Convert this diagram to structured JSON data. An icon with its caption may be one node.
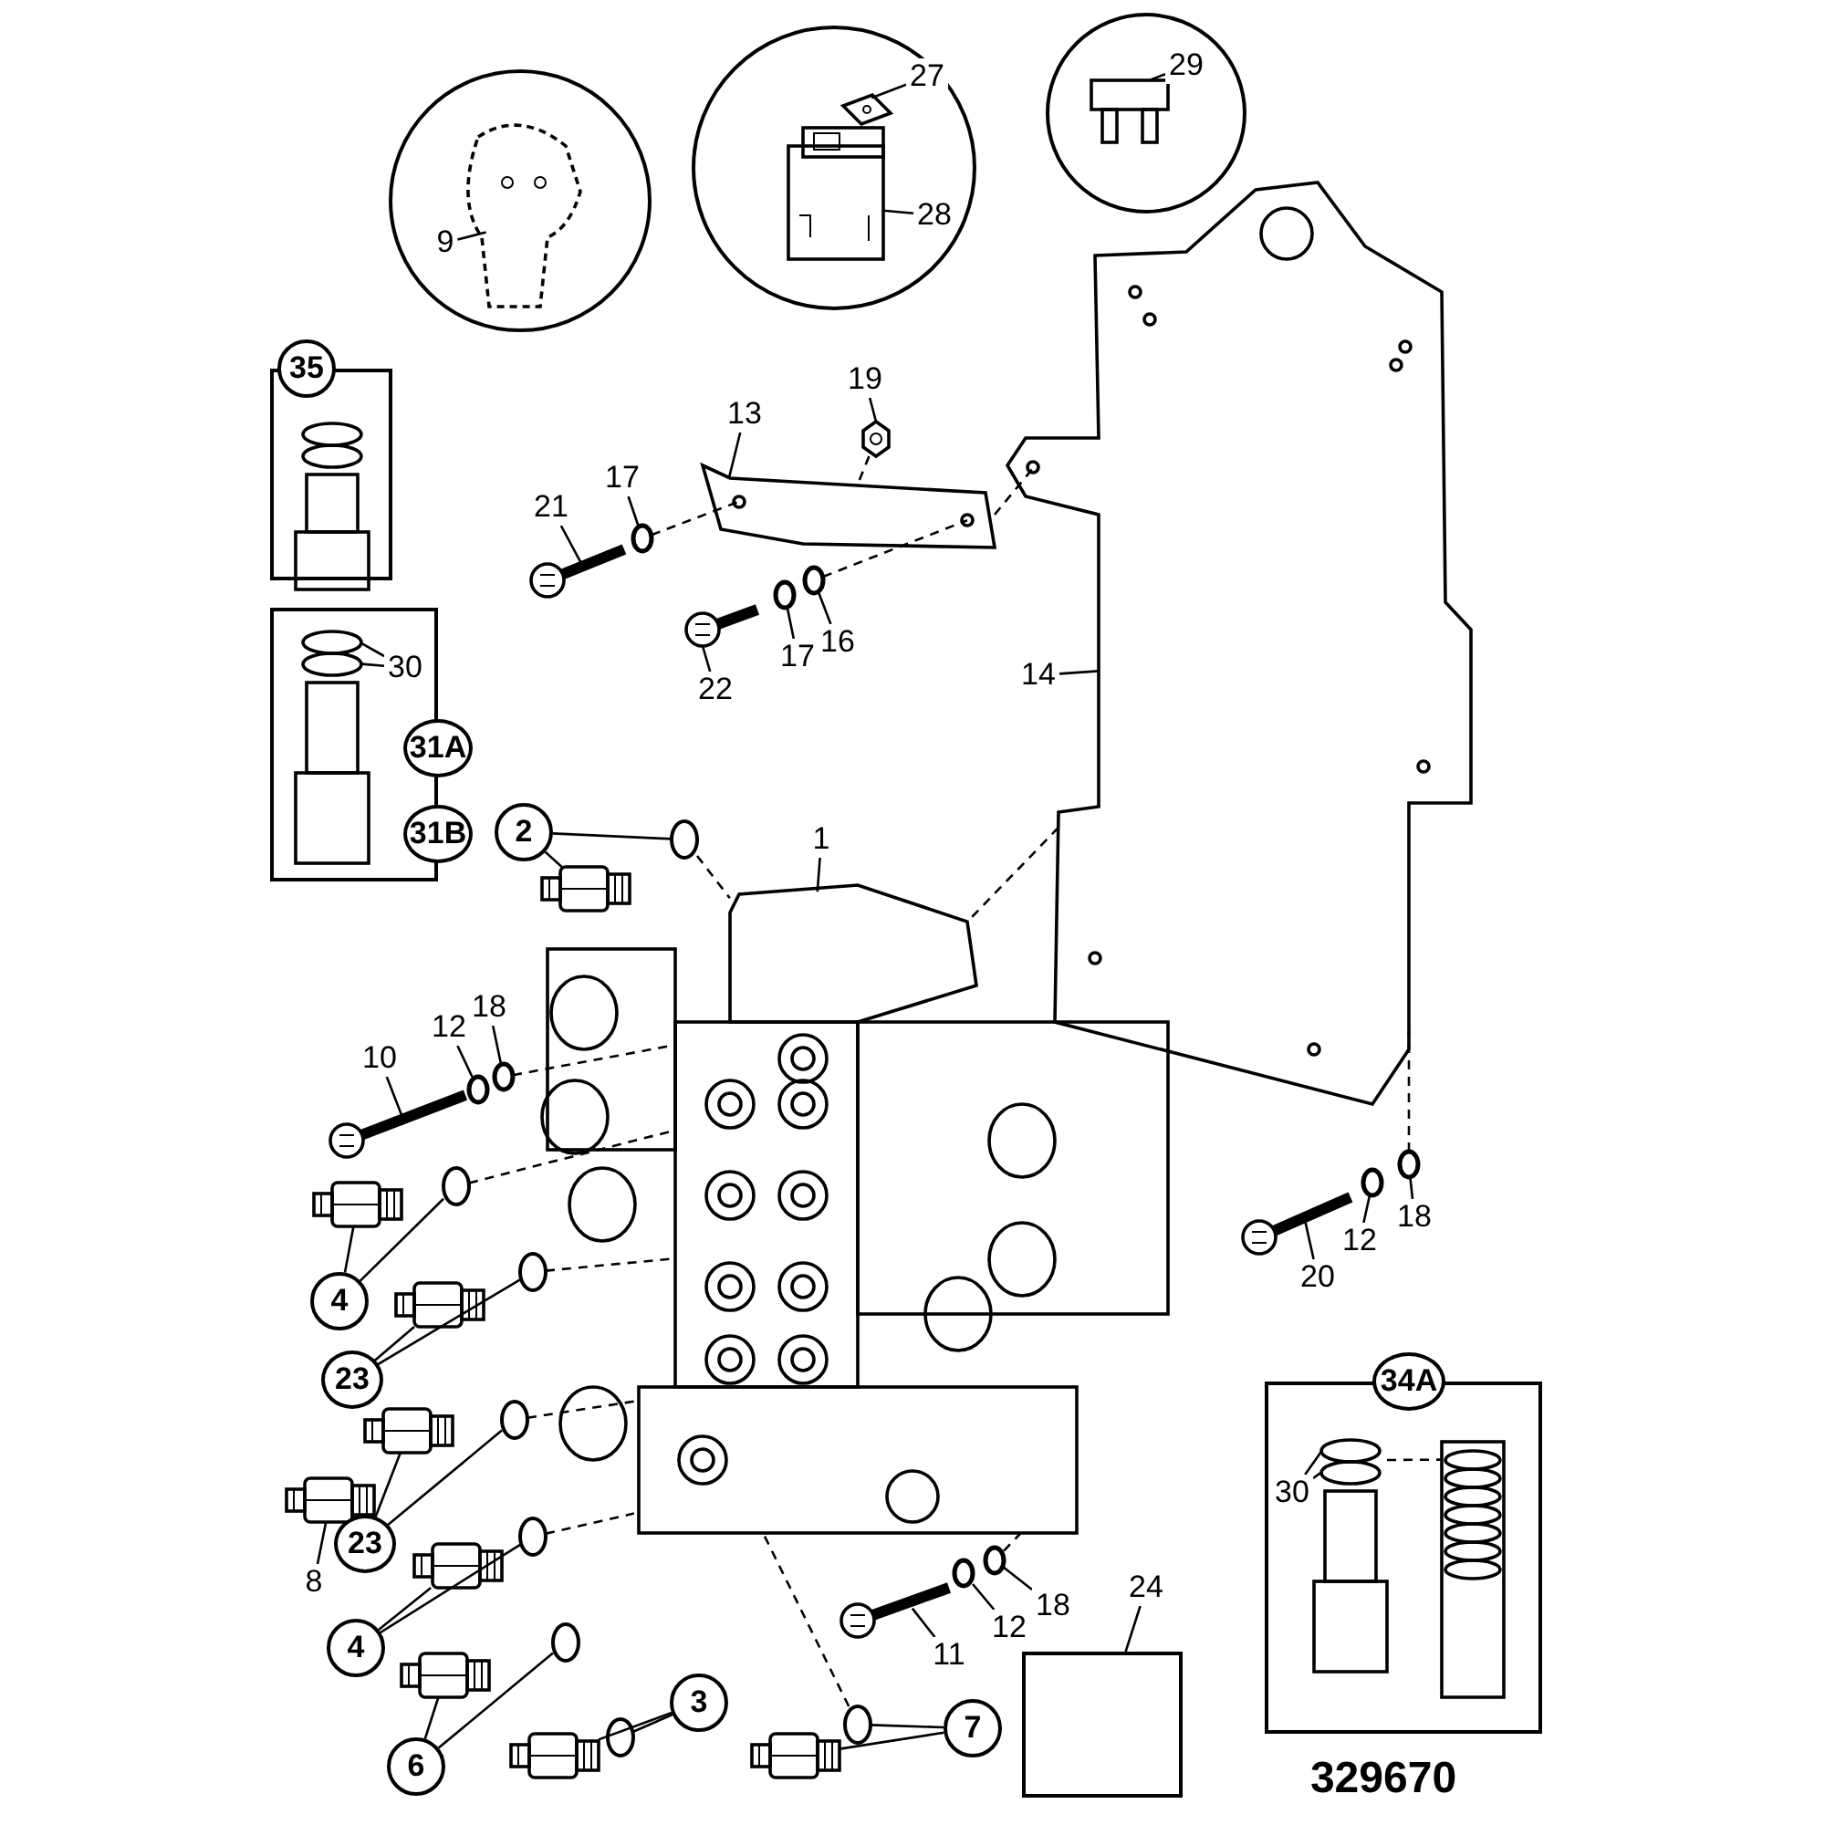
{
  "diagram": {
    "nodes": [
      {
        "text": [],
        "shape": "circle"
      },
      {
        "text": [
          "9"
        ],
        "in": 0
      },
      {
        "text": [],
        "shape": "circle"
      },
      {
        "text": [
          "27"
        ],
        "in": 2
      },
      {
        "text": [
          "28"
        ],
        "in": 2
      },
      {
        "text": [],
        "shape": "circle"
      },
      {
        "text": [
          "29"
        ],
        "in": 5
      },
      {
        "text": [
          "35"
        ]
      },
      {
        "text": [],
        "shape": "box"
      },
      {
        "text": [
          "19"
        ]
      },
      {
        "text": [
          "13"
        ]
      },
      {
        "text": [
          "17"
        ]
      },
      {
        "text": [
          "21"
        ]
      },
      {
        "text": [
          "16"
        ]
      },
      {
        "text": [
          "17"
        ]
      },
      {
        "text": [
          "22"
        ]
      },
      {
        "text": [
          "14"
        ]
      },
      {
        "text": [],
        "shape": "box"
      },
      {
        "text": [
          "30"
        ],
        "in": 17
      },
      {
        "text": [
          "31A"
        ]
      },
      {
        "text": [
          "31B"
        ]
      },
      {
        "text": [
          "2"
        ]
      },
      {
        "text": [
          "1"
        ]
      },
      {
        "text": [
          "18"
        ]
      },
      {
        "text": [
          "12"
        ]
      },
      {
        "text": [
          "10"
        ]
      },
      {
        "text": [
          "4"
        ]
      },
      {
        "text": [
          "12"
        ]
      },
      {
        "text": [
          "18"
        ]
      },
      {
        "text": [
          "20"
        ]
      },
      {
        "text": [
          "23"
        ]
      },
      {
        "text": [
          "34A"
        ]
      },
      {
        "text": [],
        "shape": "box"
      },
      {
        "text": [
          "30"
        ],
        "in": 32
      },
      {
        "text": [
          "23"
        ]
      },
      {
        "text": [
          "8"
        ]
      },
      {
        "text": [
          "24"
        ]
      },
      {
        "text": [],
        "shape": "box"
      },
      {
        "text": [
          "18"
        ]
      },
      {
        "text": [
          "12"
        ]
      },
      {
        "text": [
          "11"
        ]
      },
      {
        "text": [
          "4"
        ]
      },
      {
        "text": [
          "3"
        ]
      },
      {
        "text": [
          "7"
        ]
      },
      {
        "text": [
          "6"
        ]
      },
      {
        "text": [],
        "shape": "picture",
        "in": 0
      },
      {
        "text": [],
        "shape": "picture",
        "in": 2
      },
      {
        "text": [],
        "shape": "picture",
        "in": 2
      },
      {
        "text": [],
        "shape": "picture",
        "in": 5
      },
      {
        "text": [],
        "shape": "picture",
        "in": 8
      },
      {
        "text": [],
        "shape": "picture",
        "in": 17
      },
      {
        "text": [],
        "shape": "picture"
      },
      {
        "text": [],
        "shape": "picture"
      },
      {
        "text": [],
        "shape": "circle"
      },
      {
        "text": [],
        "shape": "picture"
      },
      {
        "text": [],
        "shape": "circle"
      },
      {
        "text": [],
        "shape": "circle"
      },
      {
        "text": [],
        "shape": "picture"
      },
      {
        "text": [],
        "shape": "picture"
      },
      {
        "text": [],
        "shape": "picture"
      },
      {
        "text": [],
        "shape": "circle"
      },
      {
        "text": [],
        "shape": "picture"
      },
      {
        "text": [],
        "shape": "circle"
      },
      {
        "text": [],
        "shape": "circle"
      },
      {
        "text": [],
        "shape": "picture"
      },
      {
        "text": [],
        "shape": "picture"
      },
      {
        "text": [],
        "shape": "circle"
      },
      {
        "text": [],
        "shape": "circle"
      },
      {
        "text": [],
        "shape": "circle"
      },
      {
        "text": [],
        "shape": "picture"
      },
      {
        "text": [],
        "shape": "picture"
      },
      {
        "text": [],
        "shape": "circle"
      },
      {
        "text": [],
        "shape": "picture",
        "in": 32
      },
      {
        "text": [],
        "shape": "picture",
        "in": 32
      },
      {
        "text": [],
        "shape": "picture"
      },
      {
        "text": [],
        "shape": "circle"
      },
      {
        "text": [],
        "shape": "picture"
      },
      {
        "text": [],
        "shape": "circle"
      },
      {
        "text": [],
        "shape": "circle"
      },
      {
        "text": [],
        "shape": "picture"
      },
      {
        "text": [],
        "shape": "picture"
      },
      {
        "text": [],
        "shape": "circle"
      },
      {
        "text": [],
        "shape": "picture"
      },
      {
        "text": [],
        "shape": "circle"
      },
      {
        "text": [],
        "shape": "picture"
      },
      {
        "text": [],
        "shape": "circle"
      },
      {
        "text": [],
        "shape": "picture"
      },
      {
        "text": [],
        "shape": "circle"
      }
    ],
    "edges": [
      {
        "from": 1,
        "to": 45,
        "arrow": "none"
      },
      {
        "from": 3,
        "to": 46,
        "arrow": "none"
      },
      {
        "from": 4,
        "to": 47,
        "arrow": "none"
      },
      {
        "from": 6,
        "to": 48,
        "arrow": "none"
      },
      {
        "from": 9,
        "to": 51,
        "arrow": "none"
      },
      {
        "from": 10,
        "to": 52,
        "arrow": "none"
      },
      {
        "from": 11,
        "to": 53,
        "arrow": "none"
      },
      {
        "from": 12,
        "to": 54,
        "arrow": "none"
      },
      {
        "from": 13,
        "to": 55,
        "arrow": "none"
      },
      {
        "from": 14,
        "to": 56,
        "arrow": "none"
      },
      {
        "from": 15,
        "to": 57,
        "arrow": "none"
      },
      {
        "from": 16,
        "to": 58,
        "arrow": "none"
      },
      {
        "from": 18,
        "to": 50,
        "arrow": "none"
      },
      {
        "from": 18,
        "to": 50,
        "arrow": "none"
      },
      {
        "from": 21,
        "to": 59,
        "arrow": "none"
      },
      {
        "from": 21,
        "to": 60,
        "arrow": "none"
      },
      {
        "from": 22,
        "to": 61,
        "arrow": "none"
      },
      {
        "from": 23,
        "to": 62,
        "arrow": "none"
      },
      {
        "from": 24,
        "to": 63,
        "arrow": "none"
      },
      {
        "from": 25,
        "to": 64,
        "arrow": "none"
      },
      {
        "from": 26,
        "to": 65,
        "arrow": "none"
      },
      {
        "from": 26,
        "to": 66,
        "arrow": "none"
      },
      {
        "from": 27,
        "to": 67,
        "arrow": "none"
      },
      {
        "from": 28,
        "to": 68,
        "arrow": "none"
      },
      {
        "from": 29,
        "to": 69,
        "arrow": "none"
      },
      {
        "from": 30,
        "to": 70,
        "arrow": "none"
      },
      {
        "from": 30,
        "to": 71,
        "arrow": "none"
      },
      {
        "from": 33,
        "to": 72,
        "arrow": "none"
      },
      {
        "from": 33,
        "to": 72,
        "arrow": "none"
      },
      {
        "from": 34,
        "to": 74,
        "arrow": "none"
      },
      {
        "from": 34,
        "to": 75,
        "arrow": "none"
      },
      {
        "from": 35,
        "to": 76,
        "arrow": "none"
      },
      {
        "from": 36,
        "to": 37,
        "arrow": "none"
      },
      {
        "from": 38,
        "to": 77,
        "arrow": "none"
      },
      {
        "from": 39,
        "to": 78,
        "arrow": "none"
      },
      {
        "from": 40,
        "to": 79,
        "arrow": "none"
      },
      {
        "from": 41,
        "to": 80,
        "arrow": "none"
      },
      {
        "from": 41,
        "to": 81,
        "arrow": "none"
      },
      {
        "from": 42,
        "to": 83,
        "arrow": "none"
      },
      {
        "from": 42,
        "to": 82,
        "arrow": "none"
      },
      {
        "from": 43,
        "to": 85,
        "arrow": "none"
      },
      {
        "from": 43,
        "to": 84,
        "arrow": "none"
      },
      {
        "from": 44,
        "to": 86,
        "arrow": "none"
      },
      {
        "from": 44,
        "to": 87,
        "arrow": "none"
      },
      {
        "from": 53,
        "to": 52,
        "arrow": "none",
        "style": "dashed"
      },
      {
        "from": 55,
        "to": 52,
        "arrow": "none",
        "style": "dashed"
      },
      {
        "from": 51,
        "to": 52,
        "arrow": "none",
        "style": "dashed"
      },
      {
        "from": 52,
        "to": 58,
        "arrow": "none",
        "style": "dashed"
      },
      {
        "from": 58,
        "to": 61,
        "arrow": "none",
        "style": "dashed"
      },
      {
        "from": 62,
        "to": 61,
        "arrow": "none",
        "style": "dashed"
      },
      {
        "from": 68,
        "to": 58,
        "arrow": "none",
        "style": "dashed"
      },
      {
        "from": 66,
        "to": 61,
        "arrow": "none",
        "style": "dashed"
      },
      {
        "from": 71,
        "to": 61,
        "arrow": "none",
        "style": "dashed"
      },
      {
        "from": 75,
        "to": 61,
        "arrow": "none",
        "style": "dashed"
      },
      {
        "from": 81,
        "to": 61,
        "arrow": "none",
        "style": "dashed"
      },
      {
        "from": 85,
        "to": 61,
        "arrow": "none",
        "style": "dashed"
      },
      {
        "from": 60,
        "to": 61,
        "arrow": "none",
        "style": "dashed"
      },
      {
        "from": 77,
        "to": 61,
        "arrow": "none",
        "style": "dashed"
      },
      {
        "from": 72,
        "to": 73,
        "arrow": "none",
        "style": "dashed"
      }
    ],
    "labels": [
      "329670"
    ]
  }
}
